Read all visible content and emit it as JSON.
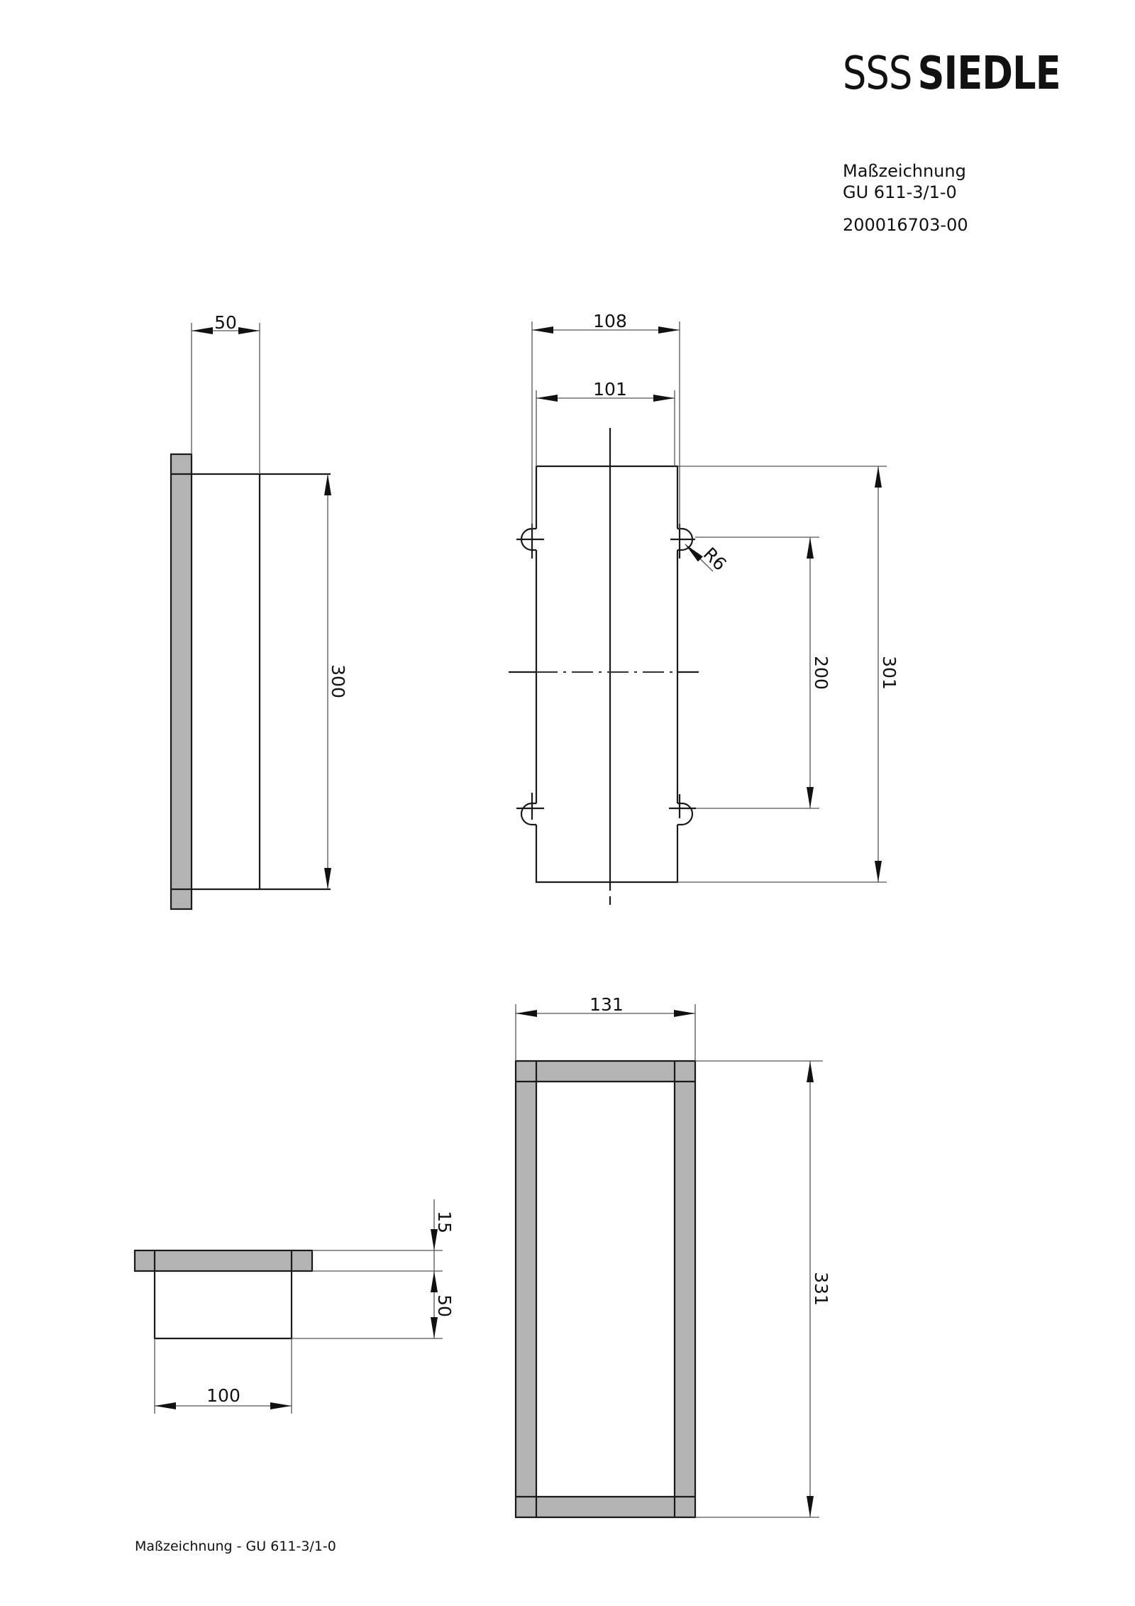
{
  "header": {
    "logo_prefix": "SSS",
    "logo_brand": "SIEDLE",
    "title": "Maßzeichnung",
    "model": "GU 611-3/1-0",
    "document_number": "200016703-00"
  },
  "views": {
    "side_view": {
      "depth": "50",
      "height": "300"
    },
    "front_view": {
      "outer_width": "108",
      "inner_width": "101",
      "hole_radius": "R6",
      "hole_spacing": "200",
      "height": "301"
    },
    "top_view": {
      "frame_thickness": "15",
      "depth": "50",
      "width": "100"
    },
    "frame_view": {
      "width": "131",
      "height": "331"
    }
  },
  "colors": {
    "section_fill": "#b4b4b4",
    "line": "#1a1a1a"
  },
  "footer": {
    "text": "Maßzeichnung - GU 611-3/1-0"
  }
}
